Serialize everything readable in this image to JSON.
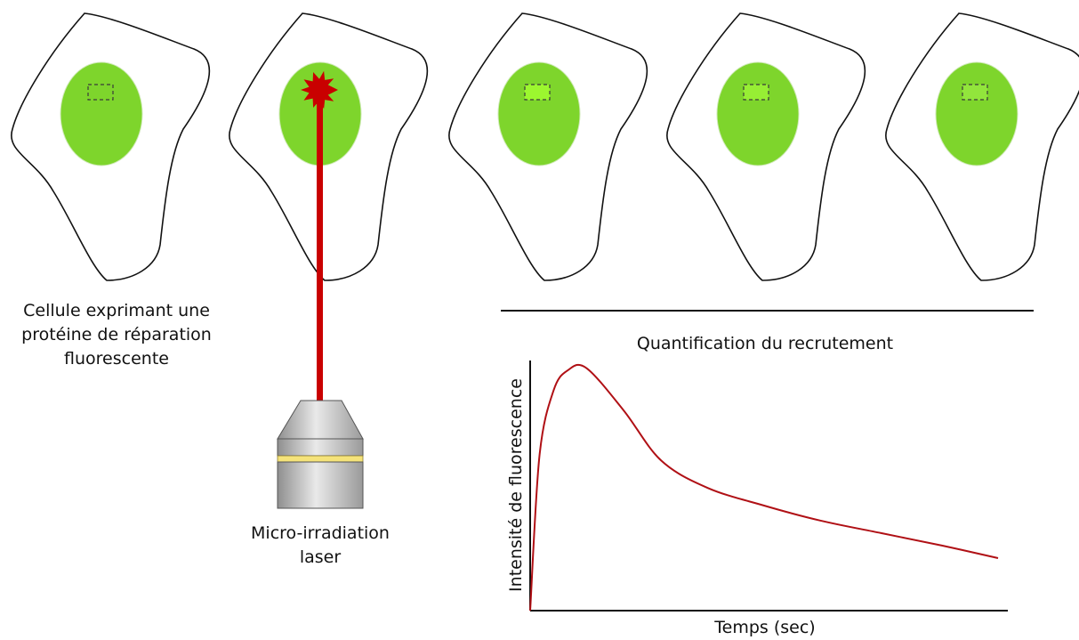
{
  "labels": {
    "cell_caption": [
      "Cellule exprimant une",
      "protéine de réparation",
      "fluorescente"
    ],
    "laser_caption": [
      "Micro-irradiation",
      "laser"
    ],
    "quantification_title": "Quantification du recrutement"
  },
  "colors": {
    "nucleus": "#7ed52c",
    "spot_bright": "#9cf72f",
    "spot_faint": "#92e53c",
    "laser": "#c90000",
    "curve": "#b01015",
    "lens_band": "#f5e37a"
  },
  "chart_data": {
    "type": "line",
    "title": "Quantification du recrutement",
    "xlabel": "Temps (sec)",
    "ylabel": "Intensité de fluorescence",
    "x_ticks": [],
    "y_ticks": [],
    "grid": false,
    "series": [
      {
        "x": [
          0,
          0.02,
          0.05,
          0.08,
          0.12,
          0.2,
          0.28,
          0.38,
          0.5,
          0.62,
          0.75,
          0.88,
          1.0
        ],
        "values": [
          0,
          0.62,
          0.88,
          0.96,
          0.97,
          0.8,
          0.6,
          0.49,
          0.42,
          0.36,
          0.31,
          0.26,
          0.21
        ]
      }
    ]
  }
}
